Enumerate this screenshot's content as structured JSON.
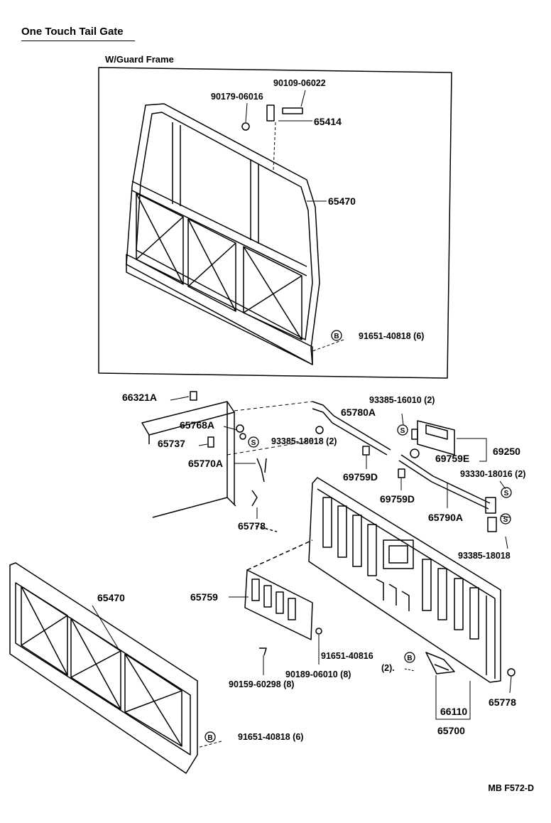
{
  "title": "One Touch Tail Gate",
  "subtitle": "W/Guard Frame",
  "figure_code": "MB F572-D",
  "symbols": {
    "s": "S",
    "b": "B"
  },
  "labels": {
    "p90109_06022": "90109-06022",
    "p90179_06016": "90179-06016",
    "p65414": "65414",
    "p65470_top": "65470",
    "p91651_40818_top": "91651-40818 (6)",
    "p66321A": "66321A",
    "p65768A": "65768A",
    "p65737": "65737",
    "p65770A": "65770A",
    "p93385_18018_2": "93385-18018 (2)",
    "p65778_left": "65778",
    "p65780A": "65780A",
    "p93385_16010": "93385-16010 (2)",
    "p69250": "69250",
    "p69759E": "69759E",
    "p69759D_a": "69759D",
    "p69759D_b": "69759D",
    "p93330_18016": "93330-18016 (2)",
    "p65790A": "65790A",
    "p93385_18018": "93385-18018",
    "p65470_bottom": "65470",
    "p65759": "65759",
    "p91651_40816": "91651-40816",
    "p91651_40816_qty": "(2).",
    "p90189_06010": "90189-06010 (8)",
    "p90159_60298": "90159-60298 (8)",
    "p66110": "66110",
    "p65700": "65700",
    "p65778_right": "65778",
    "p91651_40818_bottom": "91651-40818 (6)"
  }
}
